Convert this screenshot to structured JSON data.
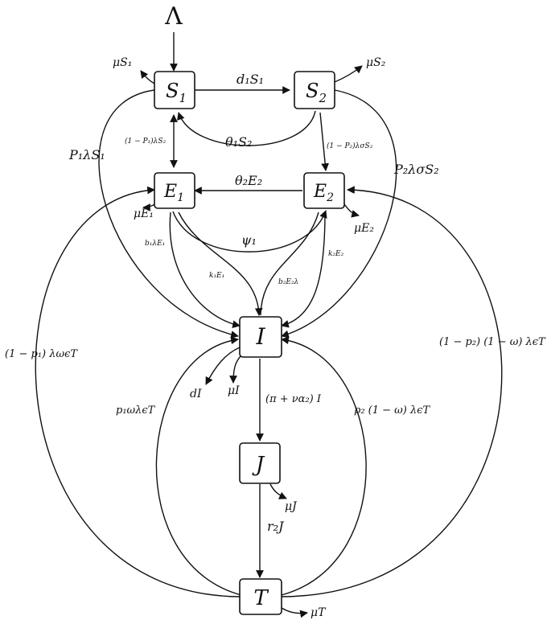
{
  "source_symbol": {
    "main": "Λ"
  },
  "nodes": {
    "S1": {
      "main": "S",
      "sub": "1"
    },
    "S2": {
      "main": "S",
      "sub": "2"
    },
    "E1": {
      "main": "E",
      "sub": "1"
    },
    "E2": {
      "main": "E",
      "sub": "2"
    },
    "I": {
      "main": "I",
      "sub": ""
    },
    "J": {
      "main": "J",
      "sub": ""
    },
    "T": {
      "main": "T",
      "sub": ""
    }
  },
  "edge_labels": {
    "muS1": "μS₁",
    "muS2": "μS₂",
    "d1S1": "d₁S₁",
    "theta1S2": "θ₁S₂",
    "rate_S1_E1": "(1 − P₁)λS₂",
    "rate_S2_E2": "(1 − P₂)λσS₂",
    "P1lambdaS1": "P₁λS₁",
    "P2lambdasigmaS2": "P₂λσS₂",
    "theta2E2": "θ₂E₂",
    "muE1": "μE₁",
    "muE2": "μE₂",
    "psi1": "ψ₁",
    "b1lambdaE1": "b₁λE₁",
    "k1E1": "k₁E₁",
    "b2E2lambda": "b₂E₂λ",
    "k2E2": "k₂E₂",
    "T_to_E1": "(1 − p₁) λωϵT",
    "T_to_E2": "(1 − p₂) (1 − ω) λϵT",
    "dI": "dI",
    "muI": "μI",
    "pi_nu_alpha_I": "(π + να₂) I",
    "p1omegalambdaepsT": "p₁ωλϵT",
    "p2_T_to_I": "p₂ (1 − ω) λϵT",
    "muJ": "μJ",
    "r2J": "r₂J",
    "muT": "μT"
  }
}
